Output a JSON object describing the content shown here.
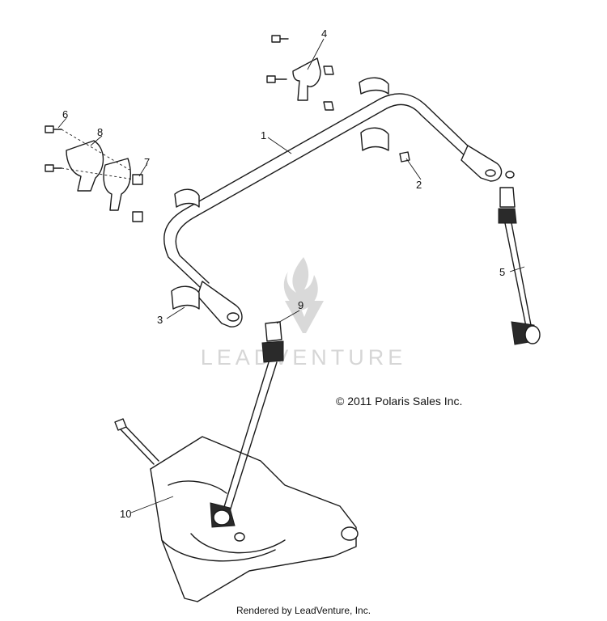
{
  "watermark": {
    "text": "LEADVENTURE"
  },
  "copyright": "© 2011 Polaris Sales Inc.",
  "footer": "Rendered by LeadVenture, Inc.",
  "callouts": [
    {
      "id": "1",
      "label": "1"
    },
    {
      "id": "2",
      "label": "2"
    },
    {
      "id": "3",
      "label": "3"
    },
    {
      "id": "4",
      "label": "4"
    },
    {
      "id": "5",
      "label": "5"
    },
    {
      "id": "6",
      "label": "6"
    },
    {
      "id": "7",
      "label": "7"
    },
    {
      "id": "8",
      "label": "8"
    },
    {
      "id": "9",
      "label": "9"
    },
    {
      "id": "10",
      "label": "10"
    }
  ]
}
